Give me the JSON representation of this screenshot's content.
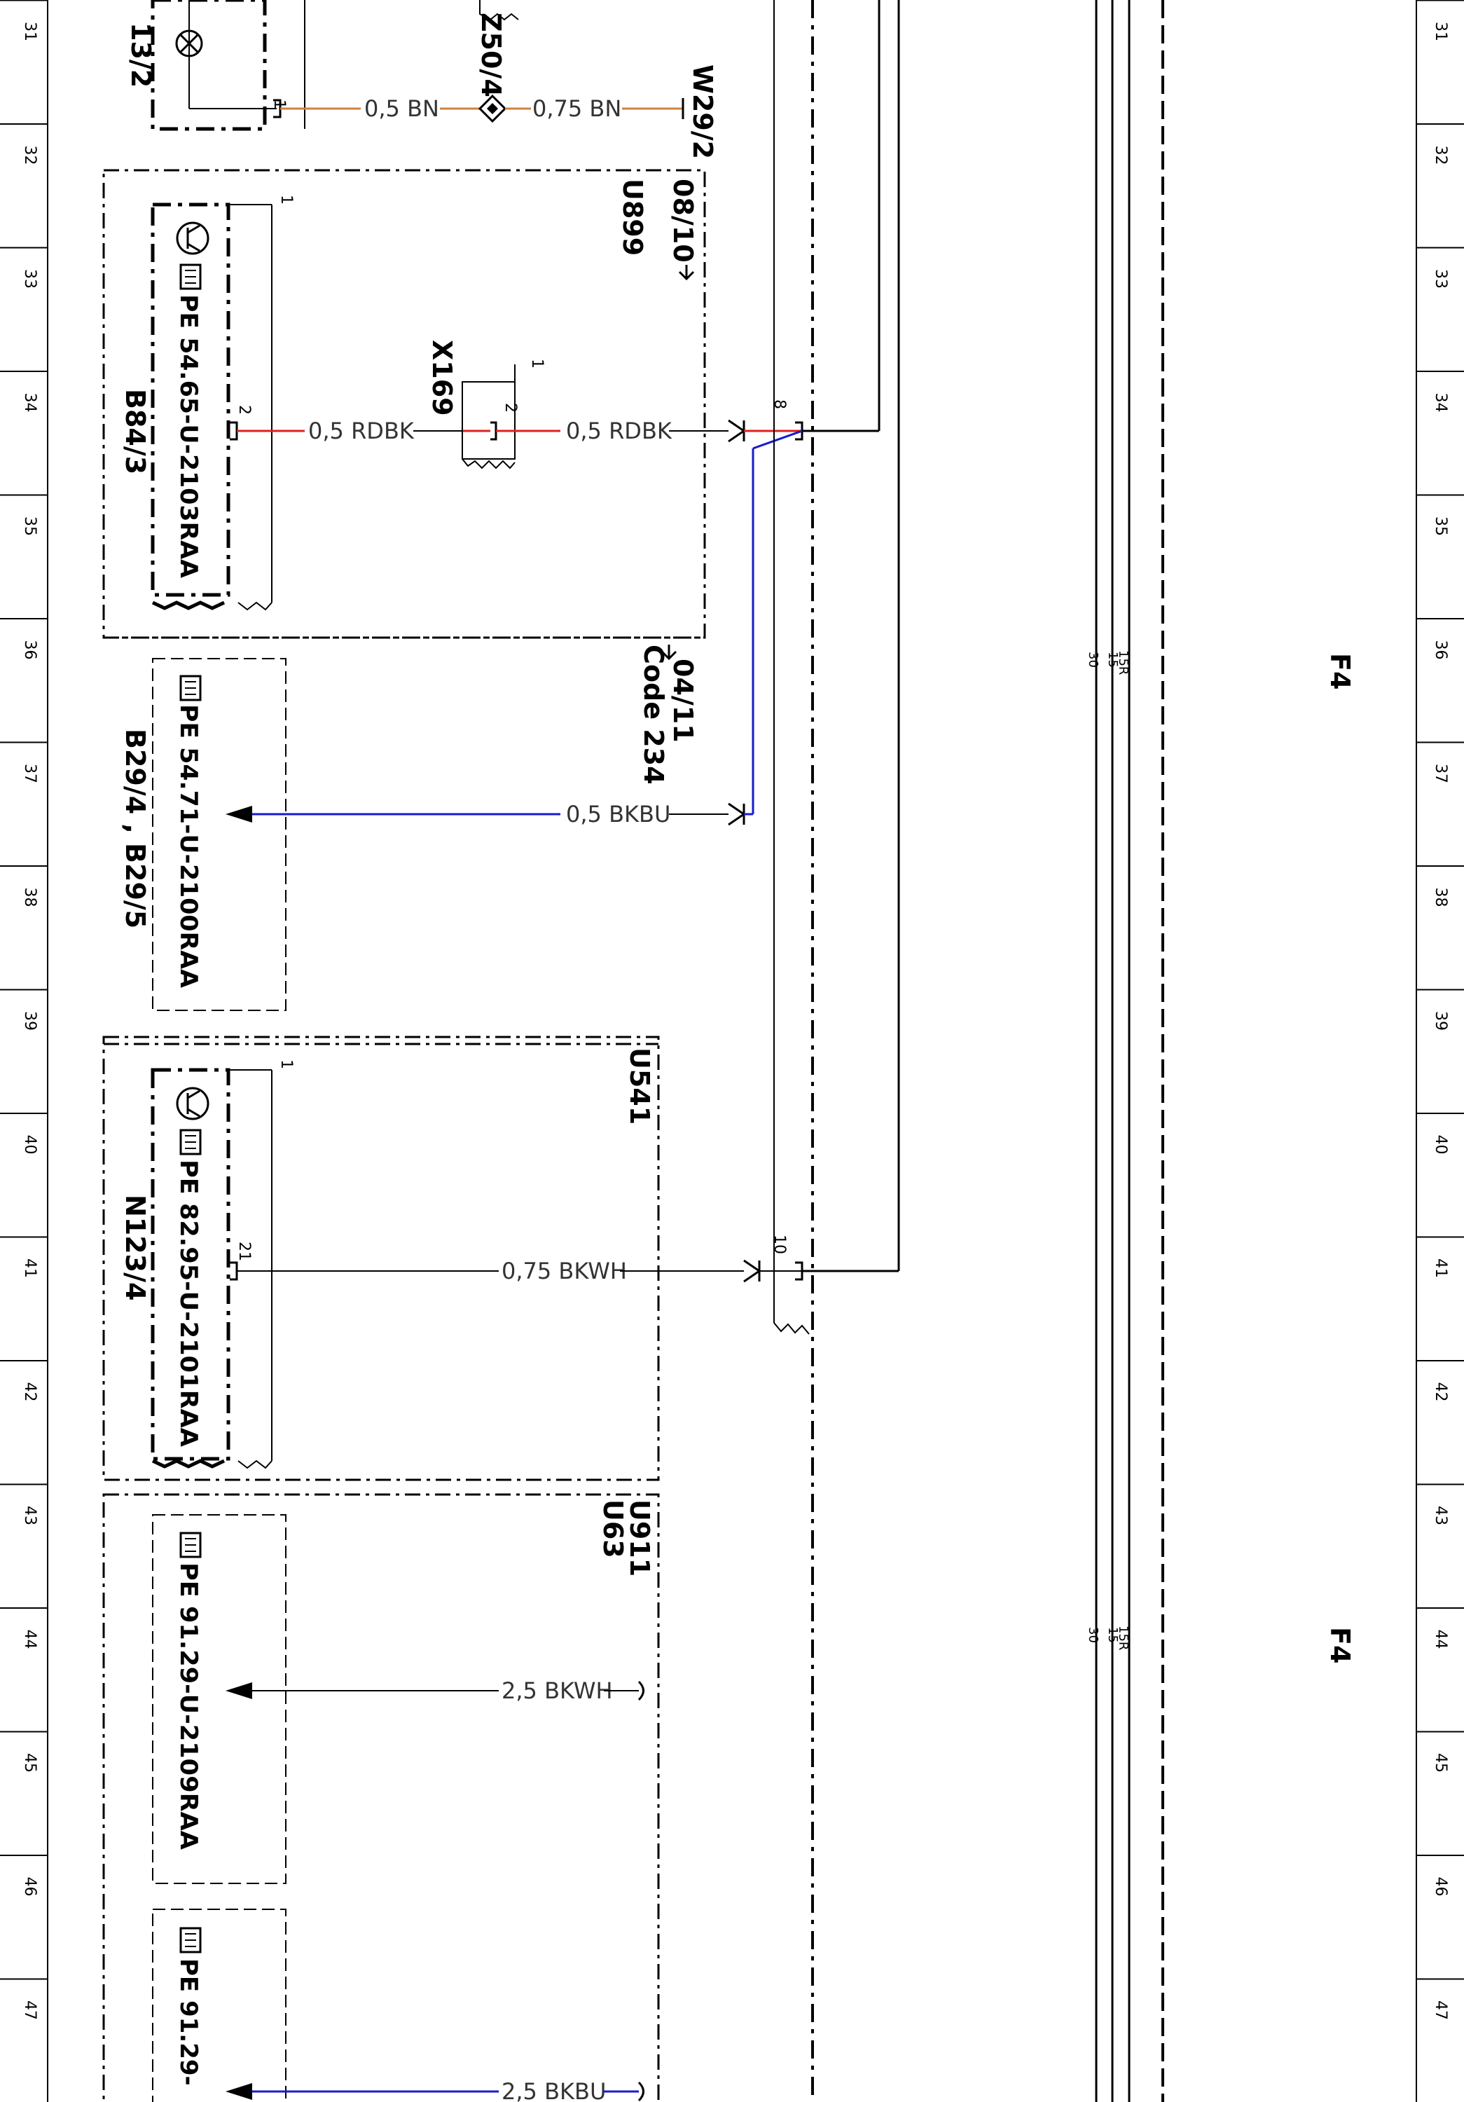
{
  "diagram": {
    "row_numbers": [
      "31",
      "32",
      "33",
      "34",
      "35",
      "36",
      "37",
      "38",
      "39",
      "40",
      "41",
      "42",
      "43",
      "44",
      "45",
      "46",
      "47"
    ],
    "fuse_label": "F4",
    "bus_labels": [
      "15R",
      "15",
      "30"
    ],
    "components": {
      "top_lamp_label": "13/2",
      "z50": "Z50/4",
      "w29": "W29/2",
      "x169": "X169",
      "u899": "U899",
      "u899_note": "08/10",
      "u541": "U541",
      "u911": "U911",
      "u63": "U63",
      "code_note": "04/11",
      "code_text": "Code 234"
    },
    "modules": [
      {
        "ref": "PE 54.65-U-2103RAA",
        "sub": "B84/3"
      },
      {
        "ref": "PE 54.71-U-2100RAA",
        "sub": "B29/4 , B29/5"
      },
      {
        "ref": "PE 82.95-U-2101RAA",
        "sub": "N123/4"
      },
      {
        "ref": "PE 91.29-U-2109RAA",
        "sub": ""
      },
      {
        "ref": "PE 91.29-",
        "sub": ""
      }
    ],
    "wires": [
      {
        "label": "0,5 BN",
        "color": "#d08040"
      },
      {
        "label": "0,75 BN",
        "color": "#d08040"
      },
      {
        "label": "0,5 RDBK",
        "color": "#e02020"
      },
      {
        "label": "0,5 RDBK",
        "color": "#e02020"
      },
      {
        "label": "0,5 BKBU",
        "color": "#1a1ad0"
      },
      {
        "label": "0,75 BKWH",
        "color": "#000000"
      },
      {
        "label": "2,5 BKWH",
        "color": "#000000"
      },
      {
        "label": "2,5 BKBU",
        "color": "#1a1ad0"
      }
    ],
    "pins": {
      "p1_top": "1",
      "p1_a": "1",
      "p2_a": "2",
      "p1_x169": "1",
      "p2_x169": "2",
      "p8": "8",
      "p1_b": "1",
      "p21": "21",
      "p10": "10"
    }
  }
}
